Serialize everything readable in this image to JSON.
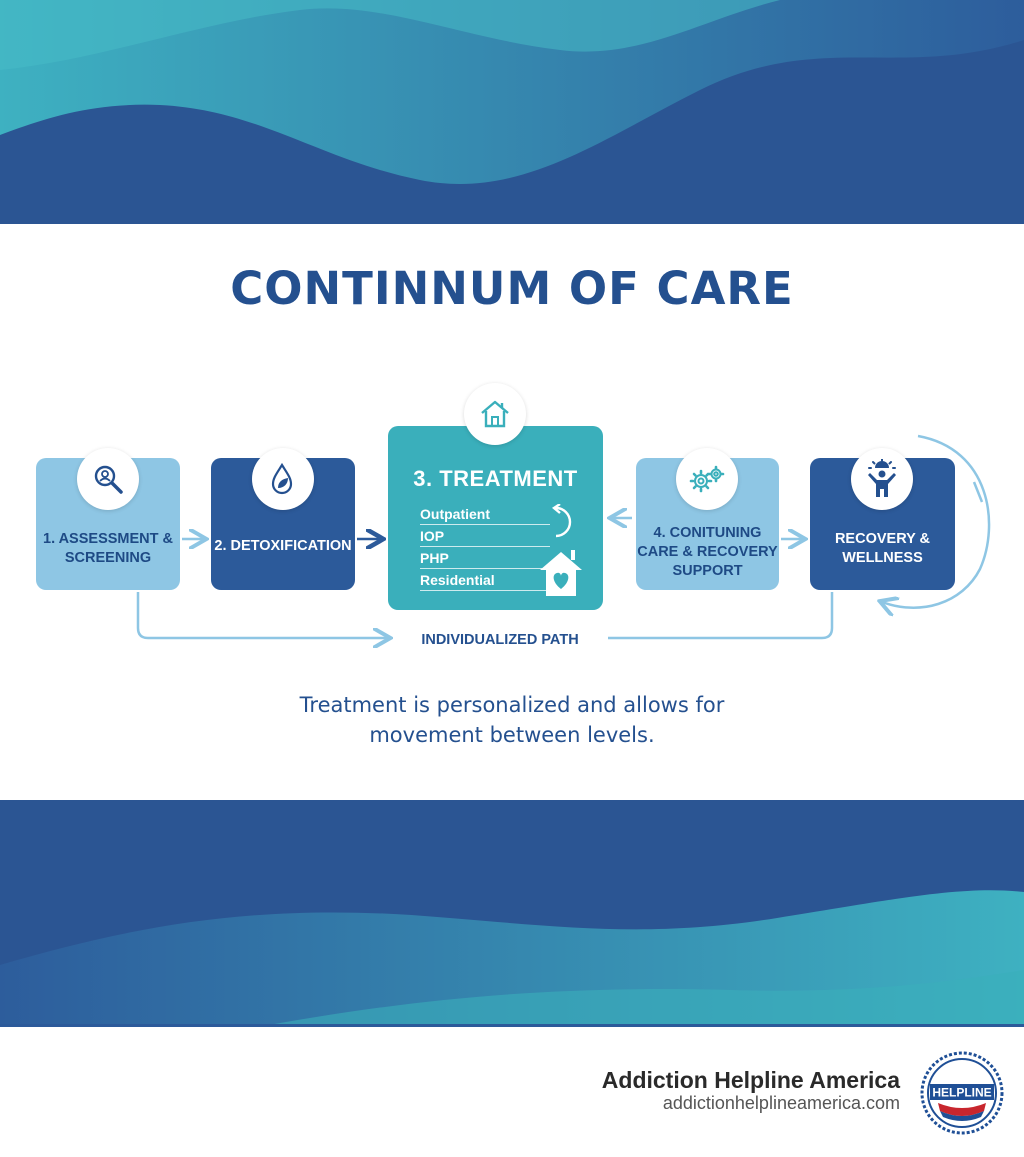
{
  "title": "CONTINNUM OF CARE",
  "steps": [
    {
      "label": "1. ASSESSMENT & SCREENING",
      "icon": "magnifier-icon"
    },
    {
      "label": "2. DETOXIFICATION",
      "icon": "water-drop-leaf-icon"
    },
    {
      "label": "3. TREATMENT",
      "icon": "house-icon",
      "options": [
        "Outpatient",
        "IOP",
        "PHP",
        "Residential"
      ]
    },
    {
      "label": "4. CONITUNING CARE & RECOVERY SUPPORT",
      "icon": "gears-icon"
    },
    {
      "label": "RECOVERY & WELLNESS",
      "icon": "person-sun-icon"
    }
  ],
  "path_label": "INDIVIDUALIZED PATH",
  "caption_line1": "Treatment is personalized and allows for",
  "caption_line2": "movement between levels.",
  "footer": {
    "brand_name": "Addiction Helpline America",
    "brand_url": "addictionhelplineamerica.com",
    "logo_text": "HELPLINE"
  },
  "colors": {
    "dark_blue": "#2c5a9a",
    "light_blue": "#8ec6e4",
    "teal": "#3aafbb",
    "title_blue": "#24508f"
  }
}
